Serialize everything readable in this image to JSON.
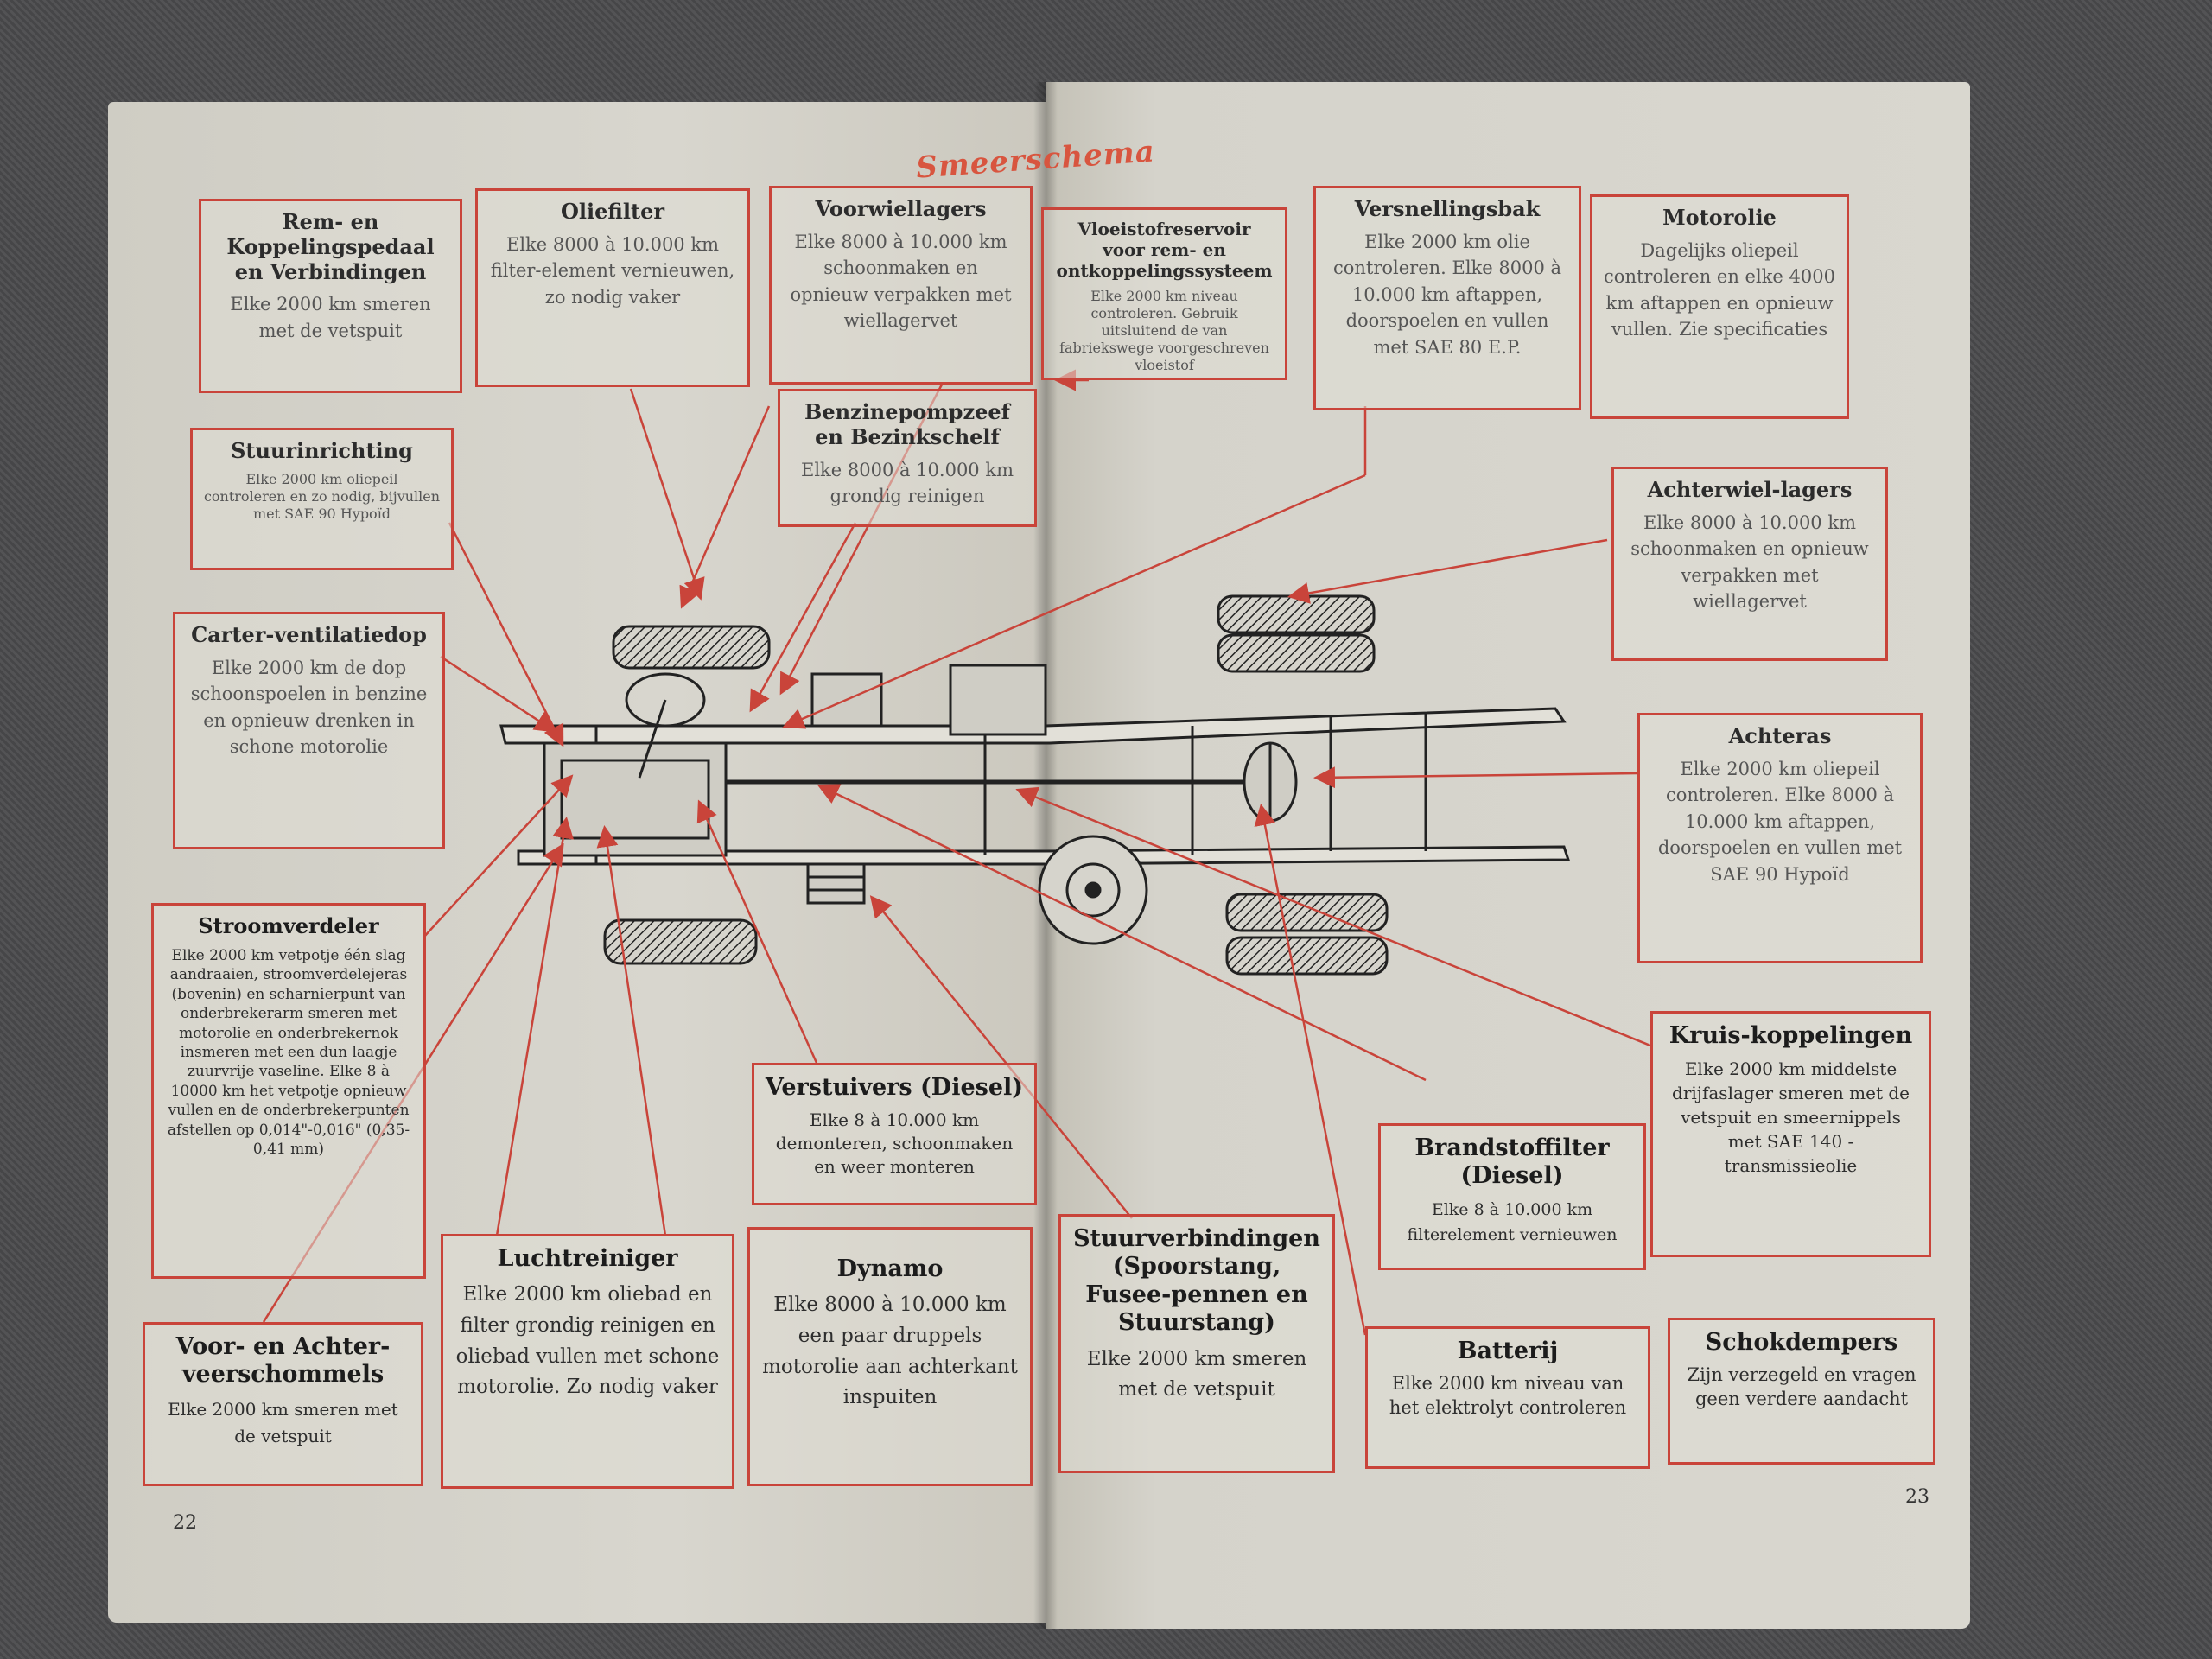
{
  "title": "Smeerschema",
  "page_numbers": {
    "left": "22",
    "right": "23"
  },
  "boxes": {
    "rem": {
      "title": "Rem- en Koppelingspedaal en Verbindingen",
      "text": "Elke 2000 km smeren met de vetspuit"
    },
    "oliefilter": {
      "title": "Oliefilter",
      "text": "Elke 8000 à 10.000 km filter-element vernieuwen, zo nodig vaker"
    },
    "voorwiellagers": {
      "title": "Voorwiellagers",
      "text": "Elke 8000 à 10.000 km schoonmaken en opnieuw verpakken met wiellagervet"
    },
    "vloeistof": {
      "title": "Vloeistofreservoir voor rem- en ontkoppelingssysteem",
      "text": "Elke 2000 km niveau controleren. Gebruik uitsluitend de van fabriekswege voorgeschreven vloeistof"
    },
    "versnellingsbak": {
      "title": "Versnellingsbak",
      "text": "Elke 2000 km olie controleren. Elke 8000 à 10.000 km aftappen, doorspoelen en vullen met SAE 80 E.P."
    },
    "motorolie": {
      "title": "Motorolie",
      "text": "Dagelijks oliepeil controleren en elke 4000 km aftappen en opnieuw vullen. Zie specificaties"
    },
    "stuurinrichting": {
      "title": "Stuurinrichting",
      "text": "Elke 2000 km oliepeil controleren en zo nodig, bijvullen met SAE 90 Hypoïd"
    },
    "benzinepomp": {
      "title": "Benzinepompzeef en Bezinkschelf",
      "text": "Elke 8000 à 10.000 km grondig reinigen"
    },
    "carter": {
      "title": "Carter-ventilatiedop",
      "text": "Elke 2000 km de dop schoonspoelen in benzine en opnieuw drenken in schone motorolie"
    },
    "achterwiellagers": {
      "title": "Achterwiel-lagers",
      "text": "Elke 8000 à 10.000 km schoonmaken en opnieuw verpakken met wiellagervet"
    },
    "achteras": {
      "title": "Achteras",
      "text": "Elke 2000 km oliepeil controleren. Elke 8000 à 10.000 km aftappen, doorspoelen en vullen met SAE 90 Hypoïd"
    },
    "stroomverdeler": {
      "title": "Stroomverdeler",
      "text": "Elke 2000 km vetpotje één slag aandraaien, stroomverdelejeras (bovenin) en scharnierpunt van onderbrekerarm smeren met motorolie en onderbrekernok insmeren met een dun laagje zuurvrije vaseline. Elke 8 à 10000 km het vetpotje opnieuw vullen en de onderbrekerpunten afstellen op 0,014\"-0,016\" (0,35-0,41 mm)"
    },
    "verstuivers": {
      "title": "Verstuivers (Diesel)",
      "text": "Elke 8 à 10.000 km demonteren, schoonmaken en weer monteren"
    },
    "kruiskoppelingen": {
      "title": "Kruis-koppelingen",
      "text": "Elke 2000 km middelste drijfaslager smeren met de vetspuit en smeernippels met SAE 140 - transmissieolie"
    },
    "brandstoffilter": {
      "title": "Brandstoffilter (Diesel)",
      "text": "Elke 8 à 10.000 km filterelement vernieuwen"
    },
    "luchtreiniger": {
      "title": "Luchtreiniger",
      "text": "Elke 2000 km oliebad en filter grondig reinigen en oliebad vullen met schone motorolie. Zo nodig vaker"
    },
    "dynamo": {
      "title": "Dynamo",
      "text": "Elke 8000 à 10.000 km een paar druppels motorolie aan achterkant inspuiten"
    },
    "stuurverbindingen": {
      "title": "Stuurverbindingen (Spoorstang, Fusee-pennen en Stuurstang)",
      "text": "Elke 2000 km smeren met de vetspuit"
    },
    "voorachter": {
      "title": "Voor- en Achter-veerschommels",
      "text": "Elke 2000 km smeren met de vetspuit"
    },
    "batterij": {
      "title": "Batterij",
      "text": "Elke 2000 km niveau van het elektrolyt controleren"
    },
    "schokdempers": {
      "title": "Schokdempers",
      "text": "Zijn verzegeld en vragen geen verdere aandacht"
    }
  },
  "colors": {
    "accent_red": "#c9443a",
    "paper": "#d6d4cc",
    "ink": "#2c2c2c"
  }
}
